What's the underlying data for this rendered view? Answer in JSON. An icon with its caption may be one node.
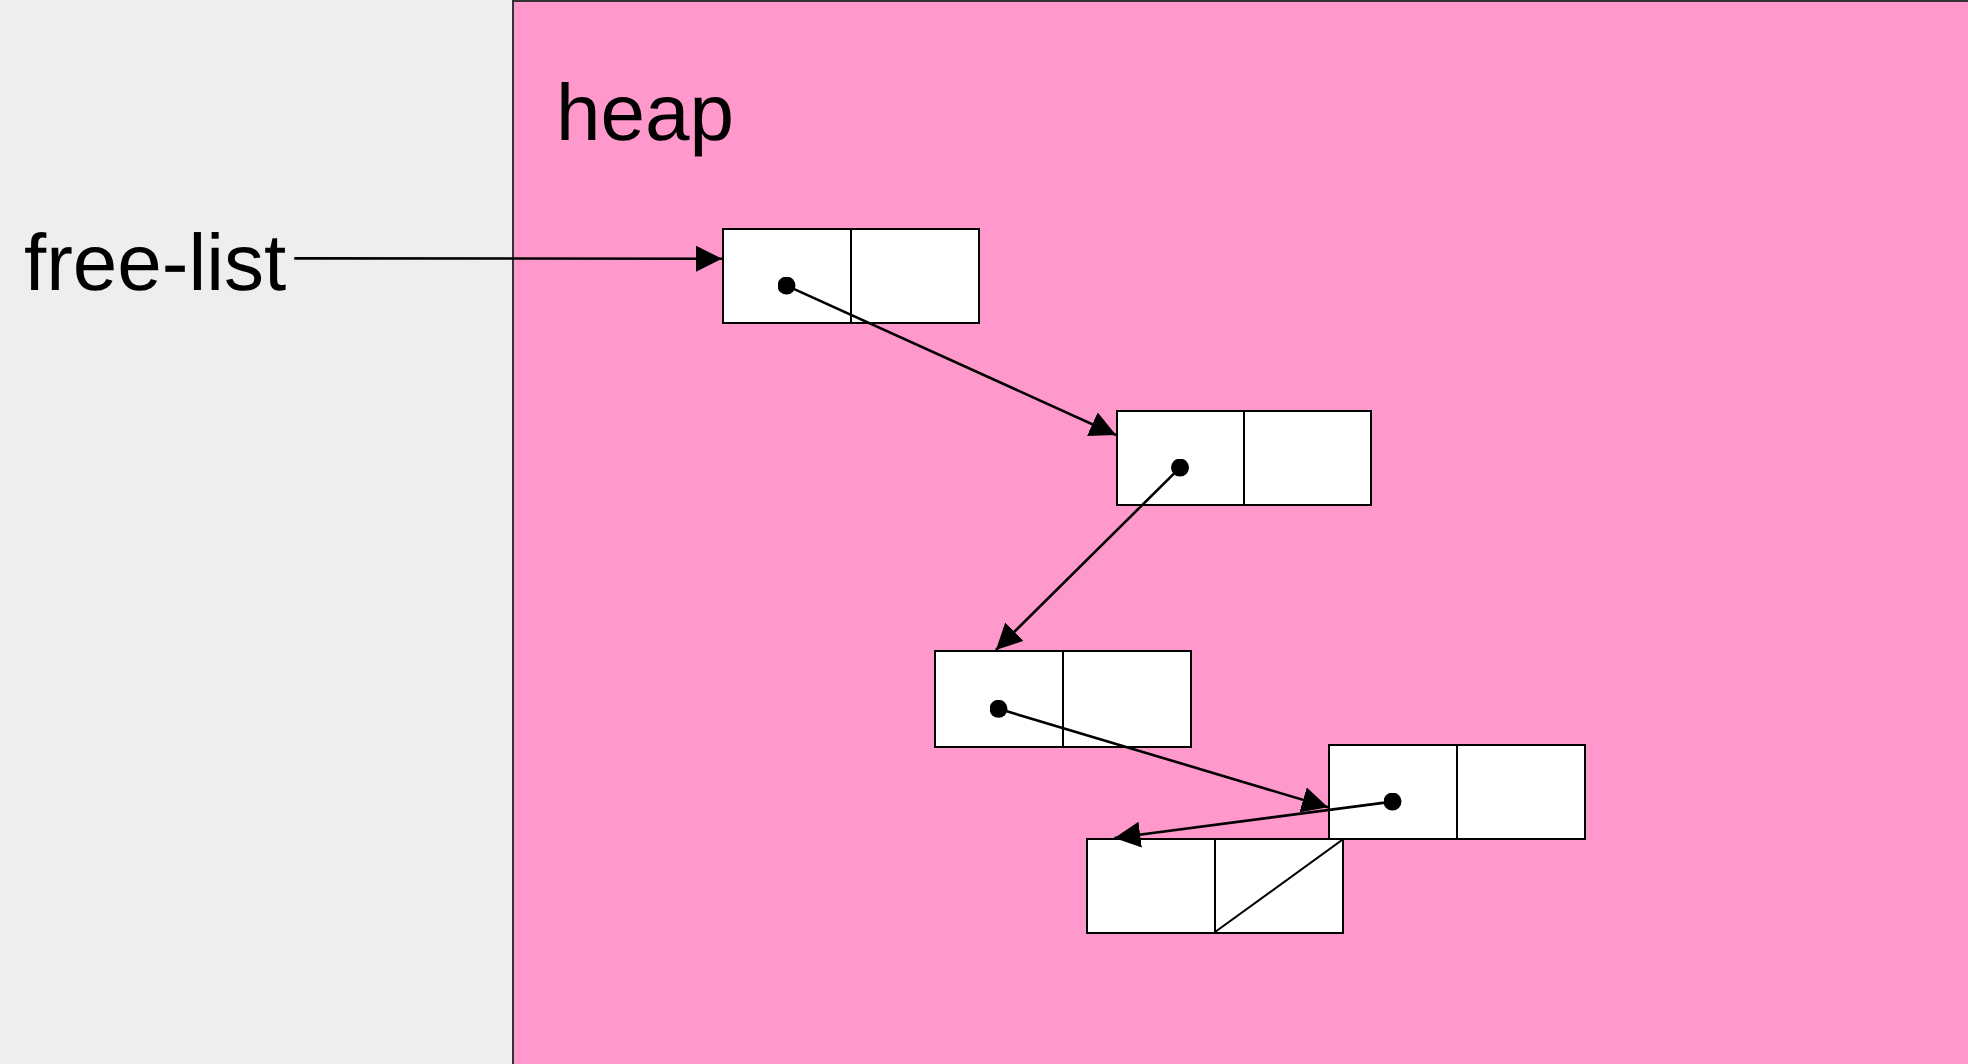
{
  "diagram": {
    "nodes": [
      {
        "text": [
          "heap"
        ]
      },
      {
        "text": [
          "free-list"
        ]
      },
      {
        "text": [],
        "shape": "box",
        "in": 0
      },
      {
        "text": [],
        "shape": "box",
        "in": 0
      },
      {
        "text": [],
        "shape": "box",
        "in": 0
      },
      {
        "text": [],
        "shape": "box",
        "in": 0
      },
      {
        "text": [],
        "shape": "box",
        "in": 0
      }
    ],
    "edges": [
      {
        "from": 1,
        "to": 2,
        "arrow": "to"
      },
      {
        "from": 2,
        "to": 3,
        "arrow": "to"
      },
      {
        "from": 3,
        "to": 4,
        "arrow": "to"
      },
      {
        "from": 4,
        "to": 5,
        "arrow": "to"
      },
      {
        "from": 5,
        "to": 6,
        "arrow": "to"
      }
    ]
  }
}
